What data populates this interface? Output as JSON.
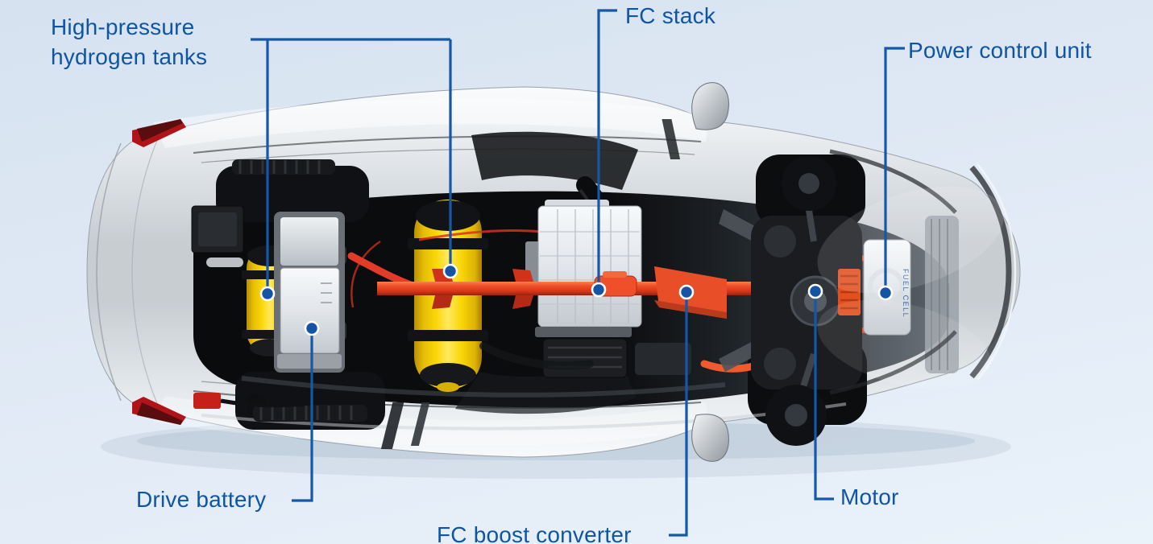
{
  "diagram": {
    "type": "annotated-cutaway",
    "labels": {
      "hydrogen_tanks": "High-pressure hydrogen tanks",
      "fc_stack": "FC stack",
      "power_control_unit": "Power control unit",
      "drive_battery": "Drive battery",
      "fc_boost_converter": "FC boost converter",
      "motor": "Motor"
    },
    "pcu_badge": "FUEL CELL",
    "colors": {
      "label_text": "#0f55a5",
      "leader_line": "#1557a8",
      "marker_dot": "#1553a4",
      "tank_yellow": "#f9d606",
      "cable_red": "#e63c24",
      "background_top": "#d6e2f0",
      "background_bottom": "#eaf2fa"
    }
  }
}
